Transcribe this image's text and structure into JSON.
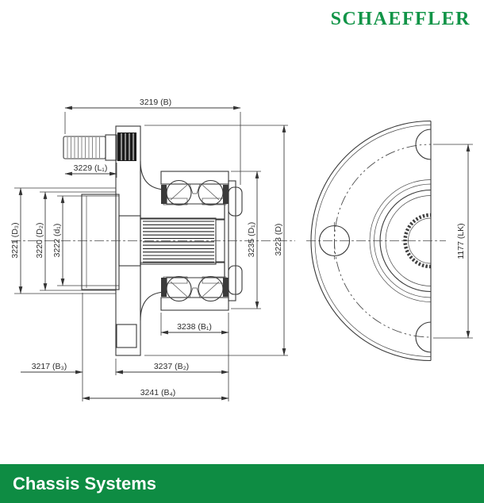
{
  "brand": {
    "logo_text": "SCHAEFFLER",
    "logo_green": "#119447",
    "banner_green": "#0e8c43"
  },
  "footer": {
    "title": "Chassis Systems"
  },
  "drawing": {
    "description": "Wheel hub bearing unit engineering drawing: cross-section view (left) and half front view of bolt flange (right)",
    "dimensions": {
      "B": {
        "label": "3219 (B)"
      },
      "L1": {
        "label": "3229 (L₁)"
      },
      "D3": {
        "label": "3221 (D₃)"
      },
      "D2": {
        "label": "3220 (D₂)"
      },
      "d1": {
        "label": "3222 (d₁)"
      },
      "D1": {
        "label": "3235 (D₁)"
      },
      "D": {
        "label": "3223 (D)"
      },
      "B1": {
        "label": "3238 (B₁)"
      },
      "B3": {
        "label": "3217 (B₃)"
      },
      "B2": {
        "label": "3237 (B₂)"
      },
      "B4": {
        "label": "3241 (B₄)"
      },
      "LK": {
        "label": "1177 (LK)"
      }
    }
  }
}
